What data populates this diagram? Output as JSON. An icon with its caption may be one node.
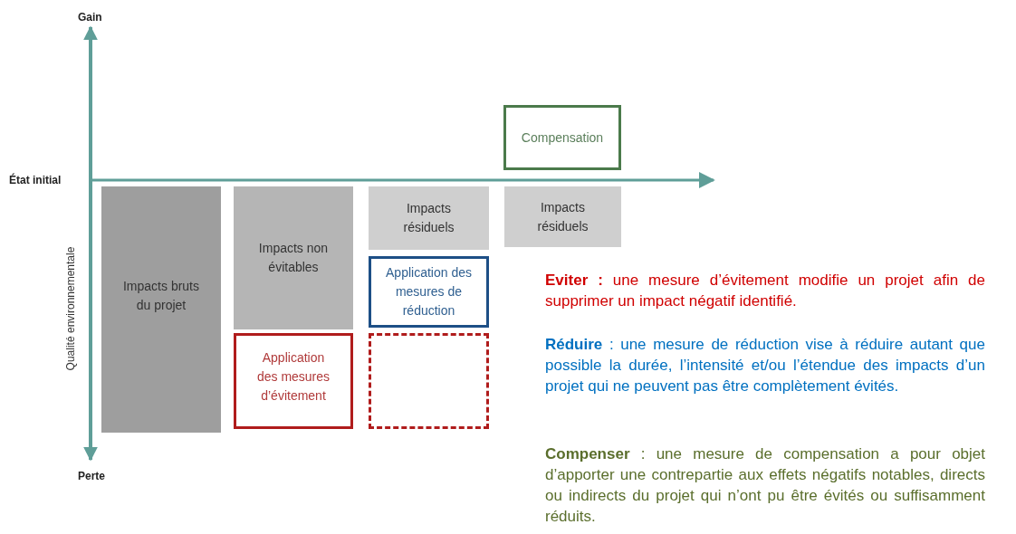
{
  "diagram": {
    "nodes": [
      {
        "text": [
          "Impacts bruts du projet"
        ]
      },
      {
        "text": [
          "Impacts non évitables"
        ]
      },
      {
        "text": [
          "Application des mesures d’évitement"
        ]
      },
      {
        "text": [
          "Impacts résiduels"
        ]
      },
      {
        "text": [
          "Application des mesures de réduction"
        ]
      },
      {
        "text": [],
        "shape": "box"
      },
      {
        "text": [
          "Compensation"
        ]
      },
      {
        "text": [
          "Impacts résiduels"
        ]
      }
    ],
    "labels": [
      "Gain",
      "État initial",
      "Qualité environnementale",
      "Perte",
      "**Eviter :** une mesure d’évitement modifie un projet afin de supprimer un impact négatif identifié.",
      "**Réduire** : une mesure de réduction vise à réduire autant que possible la durée, l’intensité et/ou l’étendue des impacts d’un projet qui ne peuvent pas être complètement évités.",
      "**Compenser** : une mesure de compensation a pour objet d’apporter une contrepartie aux effets négatifs notables, directs ou indirects du projet qui n’ont pu être évités ou suffisamment réduits."
    ]
  }
}
